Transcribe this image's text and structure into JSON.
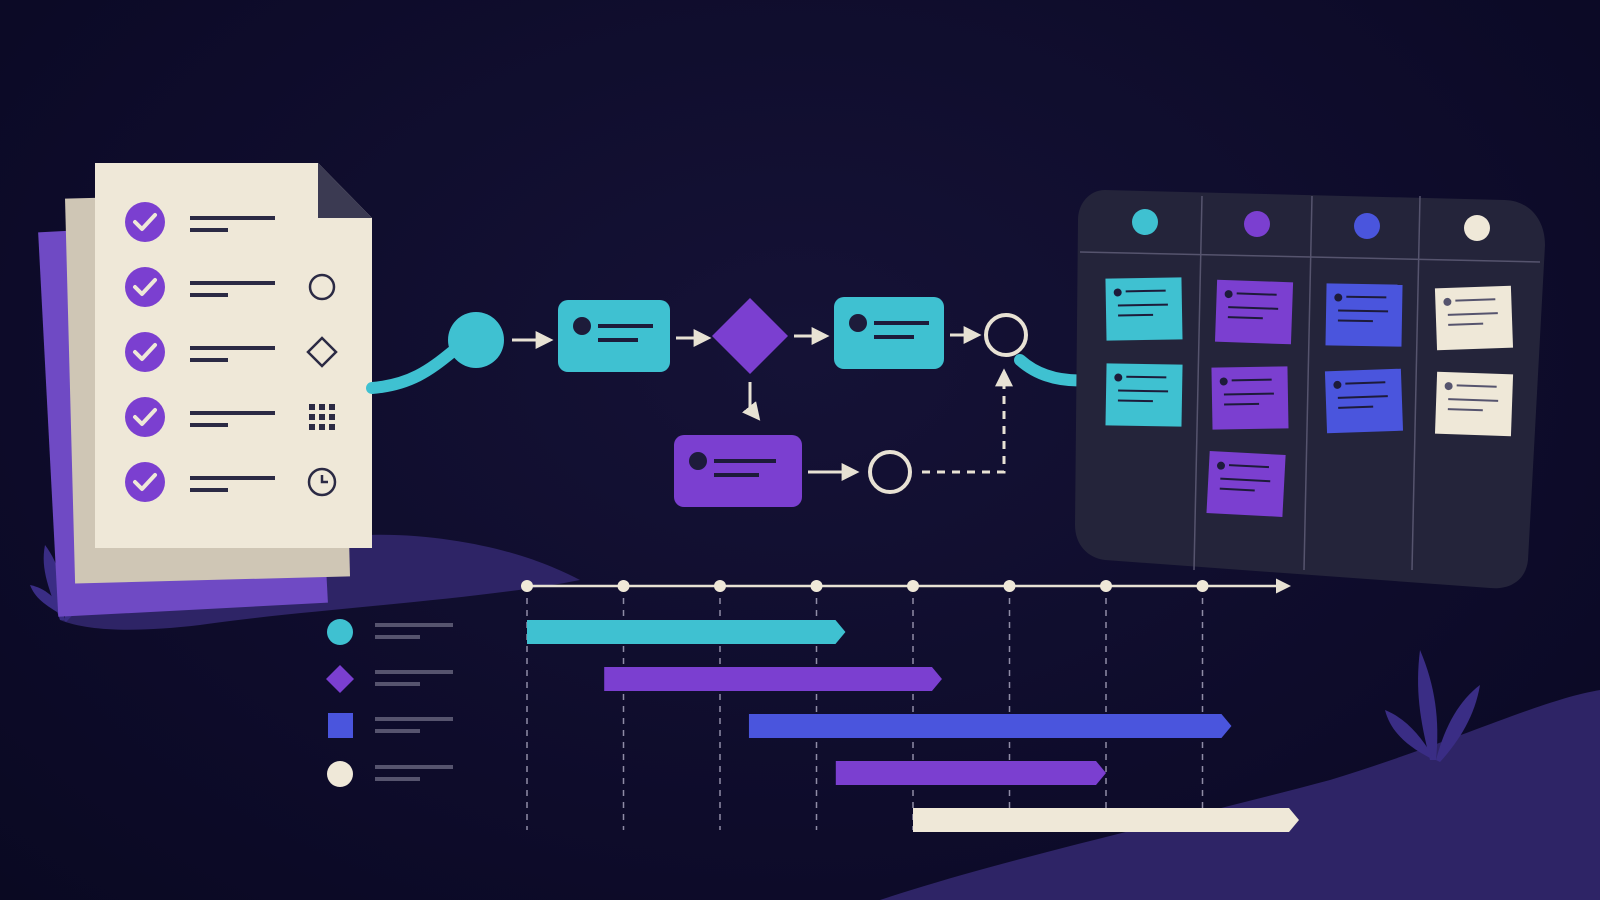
{
  "colors": {
    "background": "#0e0c2c",
    "cyan": "#3fc1d1",
    "purple": "#7b3fd0",
    "blue": "#4a55dd",
    "cream": "#efe8d8",
    "hill": "#2e2466",
    "board": "#24243a",
    "line": "#e8e2d4"
  },
  "icons": {
    "checklist_status": [
      "check-icon",
      "check-icon",
      "check-icon",
      "check-icon",
      "check-icon"
    ],
    "checklist_side": [
      "",
      "circle-icon",
      "diamond-icon",
      "grid-icon",
      "clock-icon"
    ],
    "flow": [
      "start-node-icon",
      "task-card",
      "decision-diamond-icon",
      "task-card",
      "end-node-icon",
      "task-card",
      "end-node-icon"
    ],
    "gantt_legend": [
      "circle-icon",
      "diamond-icon",
      "square-icon",
      "circle-icon"
    ]
  },
  "kanban": {
    "column_colors": [
      "cyan",
      "purple",
      "blue",
      "cream"
    ],
    "cards_per_column": [
      2,
      3,
      2,
      2
    ]
  },
  "timeline": {
    "marker_count": 8,
    "bars": [
      {
        "color": "cyan",
        "start_marker": 0,
        "end_marker": 3.3
      },
      {
        "color": "purple",
        "start_marker": 0.8,
        "end_marker": 4.3
      },
      {
        "color": "blue",
        "start_marker": 2.3,
        "end_marker": 7.3
      },
      {
        "color": "purple",
        "start_marker": 3.2,
        "end_marker": 6.0
      },
      {
        "color": "cream",
        "start_marker": 4.0,
        "end_marker": 8.0
      }
    ]
  }
}
